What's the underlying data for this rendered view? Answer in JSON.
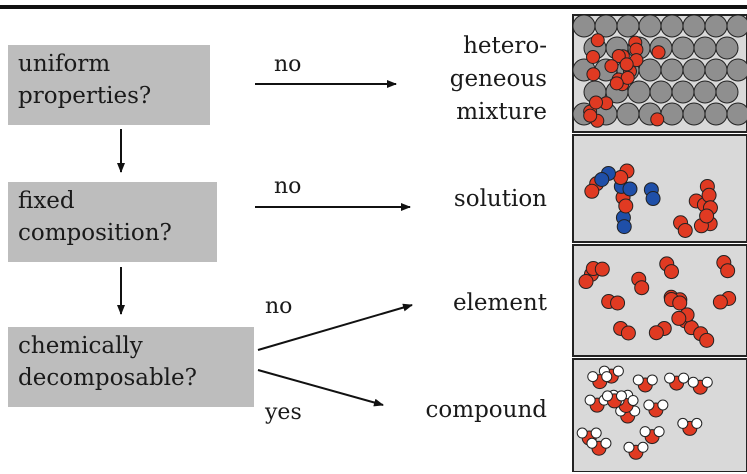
{
  "questions": [
    {
      "lines": [
        "uniform",
        "properties?"
      ]
    },
    {
      "lines": [
        "fixed",
        "composition?"
      ]
    },
    {
      "lines": [
        "chemically",
        "decomposable?"
      ]
    }
  ],
  "branches": {
    "uniform_no": "no",
    "fixed_no": "no",
    "decomp_no": "no",
    "decomp_yes": "yes"
  },
  "results": {
    "heterogeneous": [
      "hetero-",
      "geneous",
      "mixture"
    ],
    "solution": "solution",
    "element": "element",
    "compound": "compound"
  },
  "colors": {
    "box": "#bdbdbd",
    "red_atom": "#e03a22",
    "blue_atom": "#1f4fa8",
    "gray_atom": "#8f8f8f",
    "white_atom": "#ffffff",
    "panel_bg": "#d9d9d9"
  }
}
